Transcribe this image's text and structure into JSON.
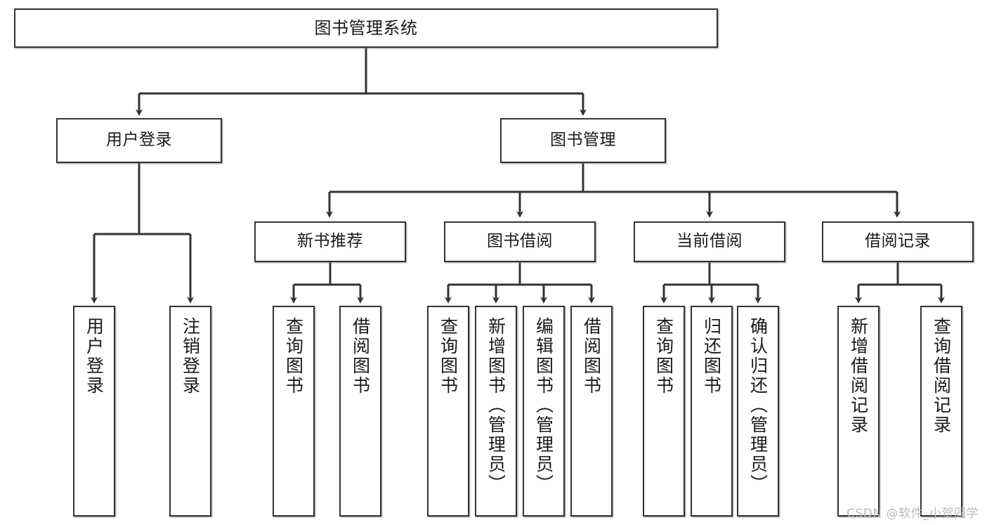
{
  "diagram": {
    "type": "tree-hierarchy",
    "title": "图书管理系统",
    "orientation": "top-down",
    "colors": {
      "box_border": "#333333",
      "box_fill": "#ffffff",
      "edge": "#333333",
      "text": "#1a1a1a",
      "watermark": "#b9b9b9",
      "background": "#ffffff"
    },
    "root": {
      "label": "图书管理系统"
    },
    "level1": [
      {
        "label": "用户登录"
      },
      {
        "label": "图书管理"
      }
    ],
    "level2": [
      {
        "label": "新书推荐"
      },
      {
        "label": "图书借阅"
      },
      {
        "label": "当前借阅"
      },
      {
        "label": "借阅记录"
      }
    ],
    "leaves": {
      "user_login": [
        {
          "label": "用户登录"
        },
        {
          "label": "注销登录"
        }
      ],
      "new_book_recommend": [
        {
          "label": "查询图书"
        },
        {
          "label": "借阅图书"
        }
      ],
      "book_borrow": [
        {
          "label": "查询图书"
        },
        {
          "label": "新增图书（管理员）"
        },
        {
          "label": "编辑图书（管理员）"
        },
        {
          "label": "借阅图书"
        }
      ],
      "current_borrow": [
        {
          "label": "查询图书"
        },
        {
          "label": "归还图书"
        },
        {
          "label": "确认归还（管理员）"
        }
      ],
      "borrow_records": [
        {
          "label": "新增借阅记录"
        },
        {
          "label": "查询借阅记录"
        }
      ]
    }
  },
  "watermark": {
    "text": "CSDN @软件_小贺同学"
  }
}
